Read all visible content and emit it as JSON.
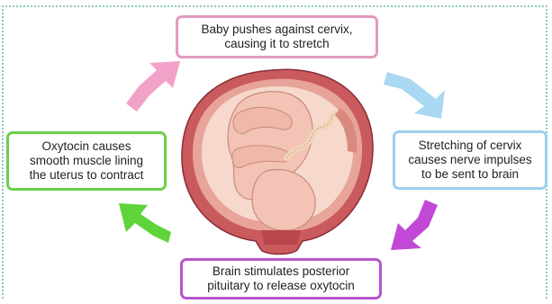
{
  "steps": {
    "top": {
      "line1": "Baby pushes against cervix,",
      "line2": "causing it to stretch",
      "color": "#e39ac0"
    },
    "right": {
      "line1": "Stretching of cervix",
      "line2": "causes nerve impulses",
      "line3": "to be sent to brain",
      "color": "#9cd0ec"
    },
    "bottom": {
      "line1": "Brain stimulates posterior",
      "line2": "pituitary to release oxytocin",
      "color": "#b556c8"
    },
    "left": {
      "line1": "Oxytocin causes",
      "line2": "smooth muscle lining",
      "line3": "the uterus to contract",
      "color": "#6cd04c"
    }
  },
  "arrows": {
    "top_right": "#a9d8f2",
    "bottom_right": "#c149d6",
    "bottom_left": "#5fd43a",
    "top_left": "#f2a2c8"
  },
  "illustration": {
    "icon": "fetus-in-uterus-illustration",
    "uterus_color": "#c95a5e",
    "tissue_color": "#f3c4b5"
  }
}
